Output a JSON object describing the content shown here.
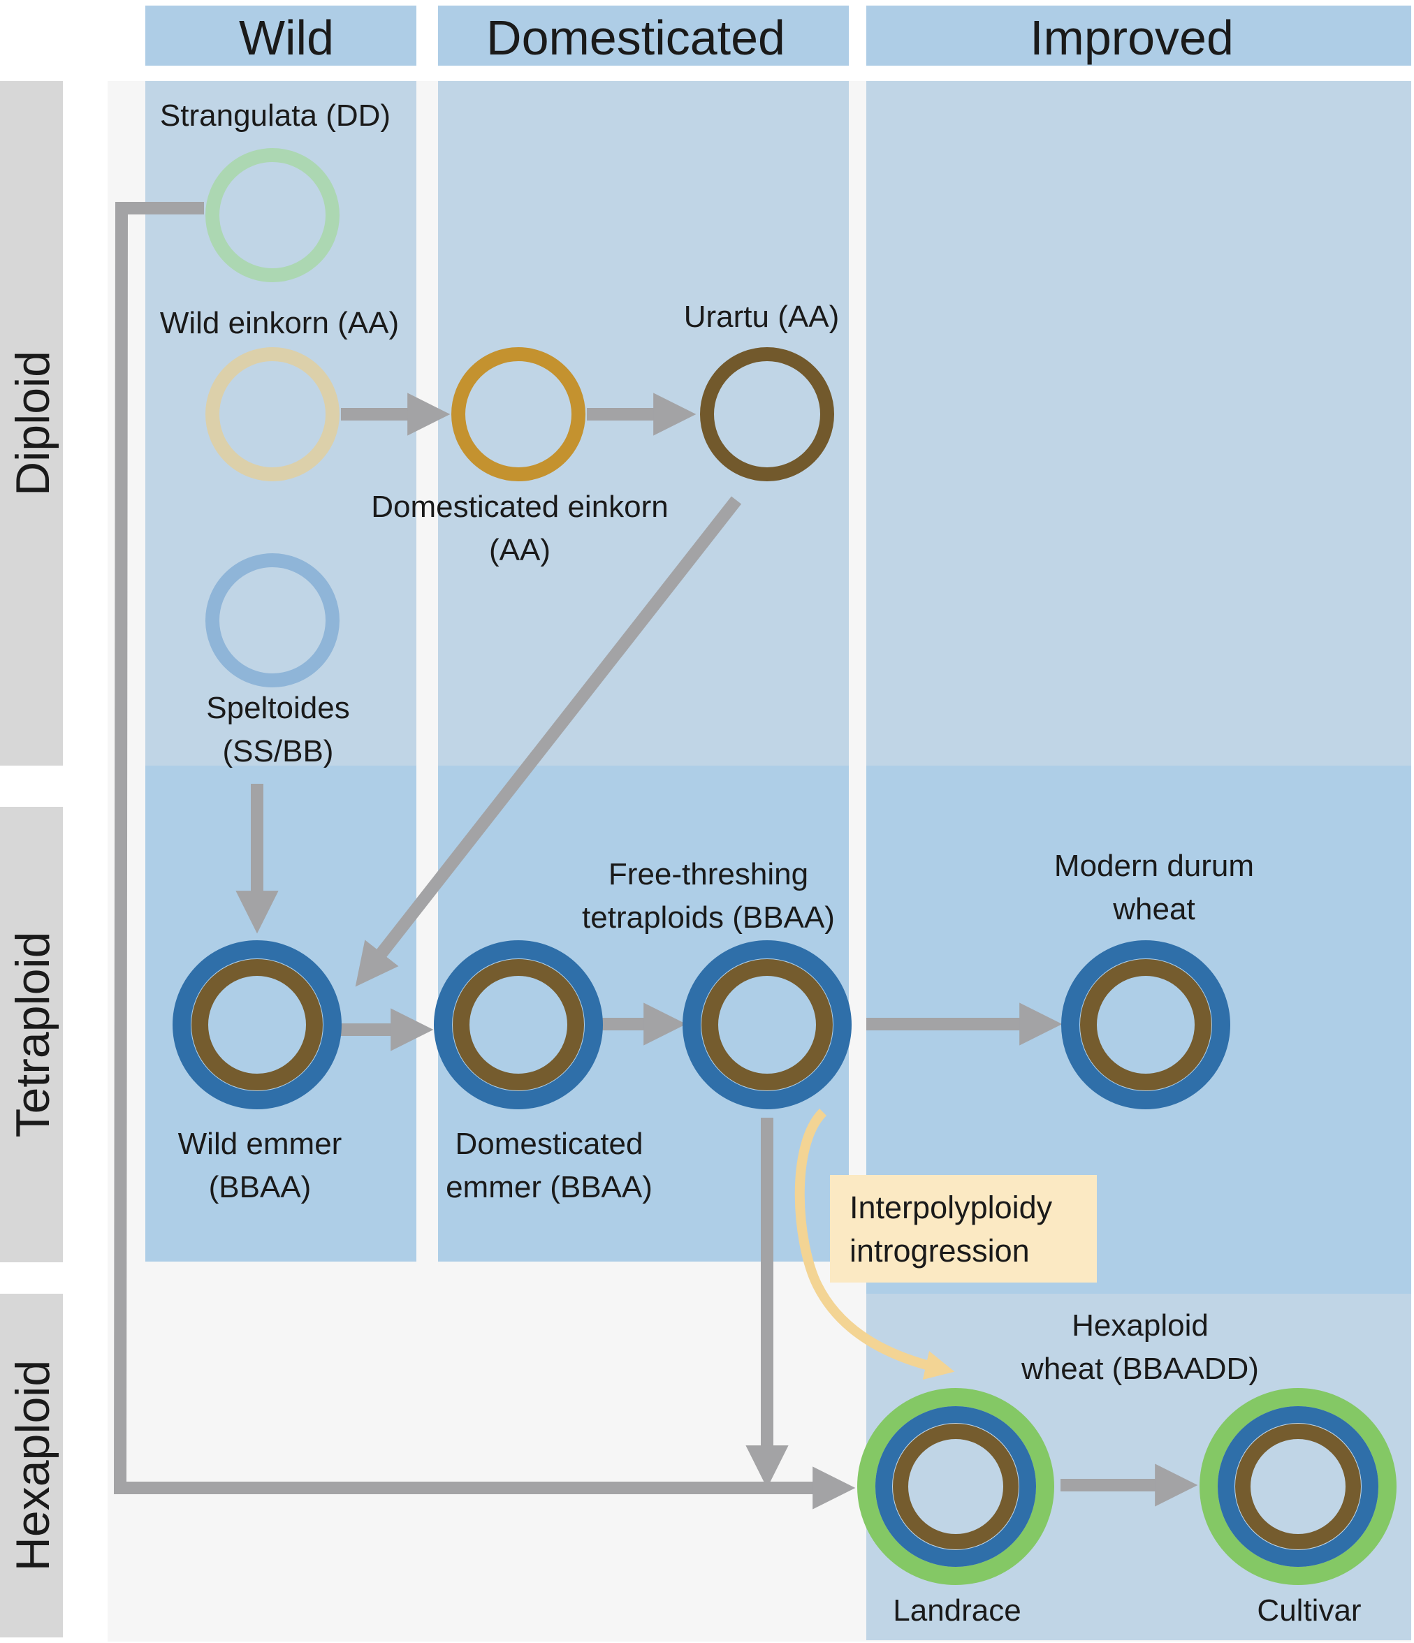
{
  "columns": {
    "wild": "Wild",
    "domesticated": "Domesticated",
    "improved": "Improved"
  },
  "rows": {
    "diploid": "Diploid",
    "tetraploid": "Tetraploid",
    "hexaploid": "Hexaploid"
  },
  "nodes": {
    "strangulata": {
      "label": "Strangulata (DD)"
    },
    "wild_einkorn": {
      "label": "Wild einkorn (AA)"
    },
    "domesticated_einkorn": {
      "label_line1": "Domesticated einkorn",
      "label_line2": "(AA)"
    },
    "urartu": {
      "label": "Urartu (AA)"
    },
    "speltoides": {
      "label_line1": "Speltoides",
      "label_line2": "(SS/BB)"
    },
    "wild_emmer": {
      "label_line1": "Wild emmer",
      "label_line2": "(BBAA)"
    },
    "domesticated_emmer": {
      "label_line1": "Domesticated",
      "label_line2": "emmer (BBAA)"
    },
    "free_threshing": {
      "label_line1": "Free-threshing",
      "label_line2": "tetraploids (BBAA)"
    },
    "modern_durum": {
      "label_line1": "Modern durum",
      "label_line2": "wheat"
    },
    "hexaploid_wheat": {
      "label_line1": "Hexaploid",
      "label_line2": "wheat (BBAADD)"
    },
    "landrace": {
      "label": "Landrace"
    },
    "cultivar": {
      "label": "Cultivar"
    }
  },
  "introgression": {
    "line1": "Interpolyploidy",
    "line2": "introgression"
  },
  "colors": {
    "header_bg": "#aecde6",
    "row_label_bg": "#d7d7d7",
    "panel_light": "#c0d5e6",
    "panel_mid": "#aecee7",
    "panel_gray": "#f6f6f6",
    "arrow": "#a3a3a5",
    "genome_dd": "#acd7b2",
    "genome_wild_aa": "#dcd0aa",
    "genome_dom_aa": "#c4922f",
    "genome_urartu_aa": "#72592c",
    "genome_bb": "#8fb5d8",
    "ring_blue": "#2f6fa9",
    "ring_brown": "#755c2e",
    "ring_green": "#84c865",
    "note_bg": "#fbe9c3",
    "note_arrow": "#f3d494"
  }
}
